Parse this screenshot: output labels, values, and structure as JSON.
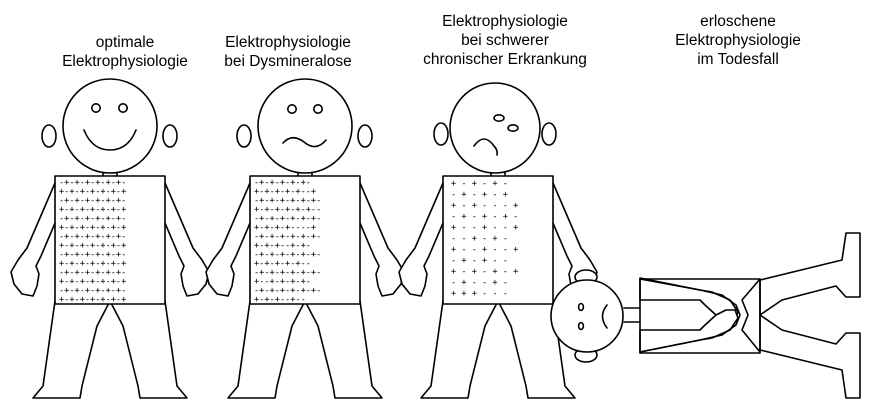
{
  "figures": [
    {
      "id": "optimal",
      "caption": [
        "optimale",
        "Elektrophysiologie"
      ],
      "mood": "smile",
      "charge_pattern": "dense-plus-minus"
    },
    {
      "id": "dysmineralose",
      "caption": [
        "Elektrophysiologie",
        "bei Dysmineralose"
      ],
      "mood": "wavy",
      "charge_pattern": "mostly-dense"
    },
    {
      "id": "chronic",
      "caption": [
        "Elektrophysiologie",
        "bei schwerer",
        "chronischer Erkrankung"
      ],
      "mood": "frown",
      "charge_pattern": "sparse"
    },
    {
      "id": "death",
      "caption": [
        "erloschene",
        "Elektrophysiologie",
        "im Todesfall"
      ],
      "mood": "lying",
      "charge_pattern": "none"
    }
  ],
  "charge_rows": {
    "optimal": [
      "-+-+-+-+-+-+-",
      "+-+-+-+-+-+-+",
      "-+-+-+-+-+-+-",
      "+-+-+-+-+-+-+",
      "-+-+-+-+-+-+-",
      "+-+-+-+-+-+-+",
      "-+-+-+-+-+-+-",
      "+-+-+-+-+-+-+",
      "-+-+-+-+-+-+-",
      "+-+-+-+-+-+-+",
      "-+-+-+-+-+-+-",
      "+-+-+-+-+-+-+",
      "-+-+-+-+-+-+-",
      "+-+-+-+-+-+-+"
    ],
    "dysmineralose": [
      "-+-+-+-+-+-",
      "+-+-+-+-+--+",
      "-+-+-+-+-+-+-",
      "+-+-+-+-+-+--",
      "-+-+-+-+-+-+-",
      "+-+-+-+----+",
      "-+-+-+-+-+-+-",
      "+-+-+--+-+-",
      "-+-+-+-+-+-+-",
      "+-+-+-+-+--",
      "-+-+-+-+-+-+-",
      "+--+-+-+-+-",
      "-+-+-+-+-+-+-",
      "+-+-+--+--"
    ],
    "chronic": [
      "+ - + - + -",
      "- + - + - +",
      "+ - + - - - +",
      "- + - + - + -",
      "+ - - + - - +",
      "- - + - + -",
      "+ - - + - - +",
      "- + - + - -",
      "+ - + - + - +",
      "- + - - + -",
      "+ + + - - -"
    ]
  }
}
